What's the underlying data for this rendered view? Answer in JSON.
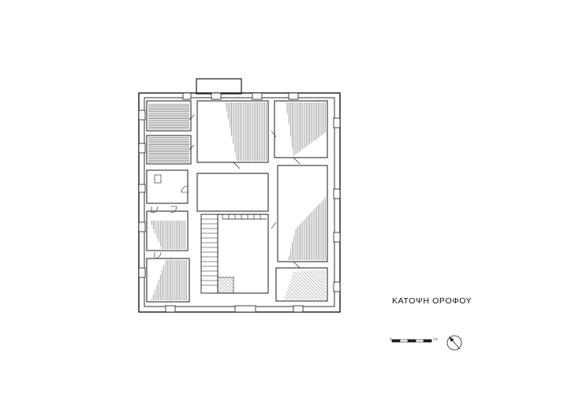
{
  "drawing": {
    "title": "ΚΑΤΟΨΗ ΟΡΟΦΟΥ",
    "scale_bar": {
      "start_label": "0",
      "end_label": "5m"
    },
    "north_arrow_icon": "compass-north-icon",
    "ink_color": "#1a1a1a",
    "hatch_color": "#555555"
  }
}
